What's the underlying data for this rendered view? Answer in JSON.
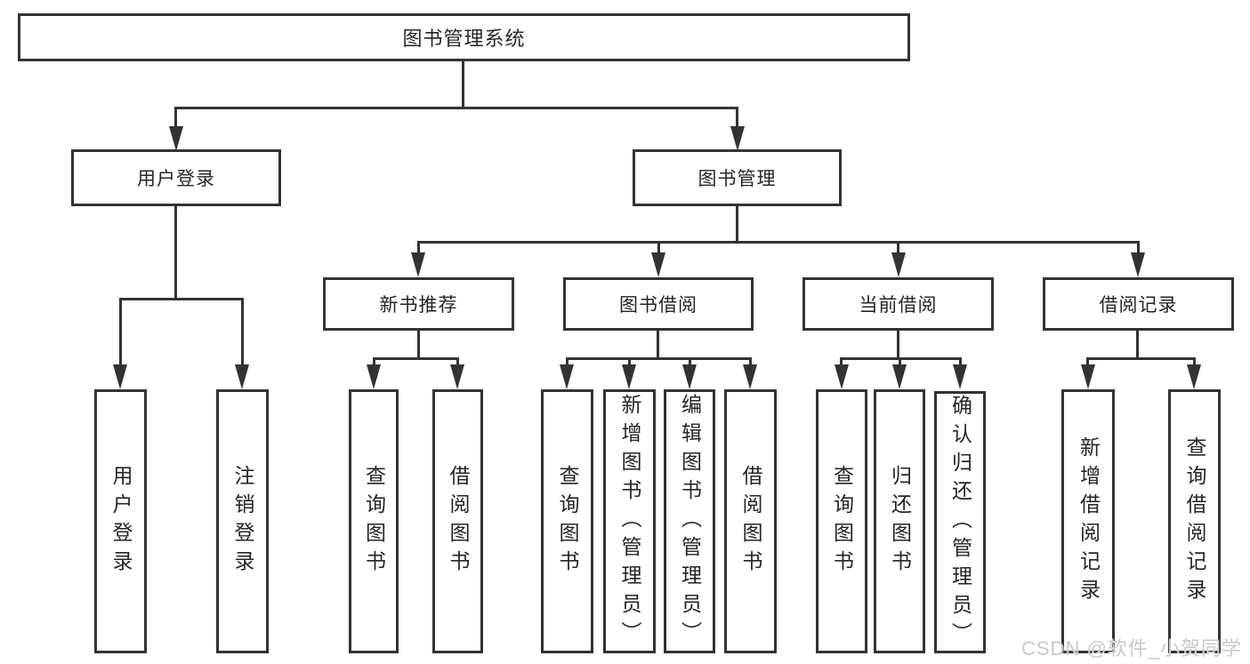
{
  "diagram_title": "图书管理系统",
  "tree": {
    "root": {
      "label": "图书管理系统"
    },
    "branches": [
      {
        "label": "用户登录",
        "children": [
          {
            "label": "用户登录"
          },
          {
            "label": "注销登录"
          }
        ]
      },
      {
        "label": "图书管理",
        "children": [
          {
            "label": "新书推荐",
            "children": [
              {
                "label": "查询图书"
              },
              {
                "label": "借阅图书"
              }
            ]
          },
          {
            "label": "图书借阅",
            "children": [
              {
                "label": "查询图书"
              },
              {
                "label": "新增图书（管理员）"
              },
              {
                "label": "编辑图书（管理员）"
              },
              {
                "label": "借阅图书"
              }
            ]
          },
          {
            "label": "当前借阅",
            "children": [
              {
                "label": "查询图书"
              },
              {
                "label": "归还图书"
              },
              {
                "label": "确认归还（管理员）"
              }
            ]
          },
          {
            "label": "借阅记录",
            "children": [
              {
                "label": "新增借阅记录"
              },
              {
                "label": "查询借阅记录"
              }
            ]
          }
        ]
      }
    ]
  },
  "watermark": {
    "text": "CSDN @软件_小贺同学"
  },
  "colors": {
    "line": "#333333",
    "text": "#262626",
    "background": "#ffffff",
    "watermark": "#c9c9c9"
  }
}
